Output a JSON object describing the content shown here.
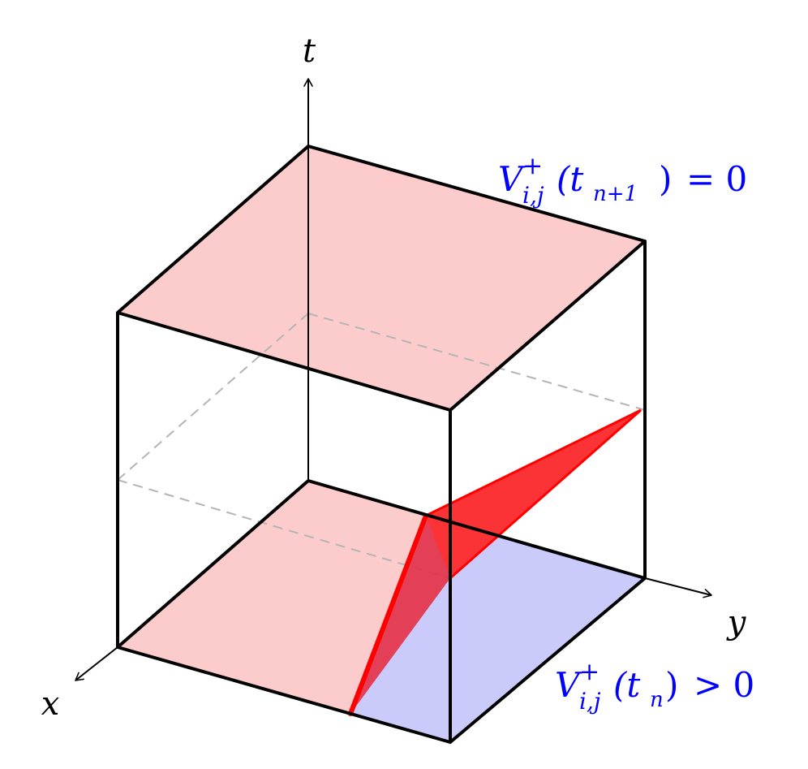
{
  "axes": {
    "t_label": "t",
    "x_label": "x",
    "y_label": "y"
  },
  "annotations": {
    "top": {
      "base": "V",
      "sup": "+",
      "sub": "i,j",
      "arg_open": "(t",
      "arg_sub": "n+1",
      "arg_close": ")",
      "rel": "= 0"
    },
    "bottom": {
      "base": "V",
      "sup": "+",
      "sub": "i,j",
      "arg_open": "(t",
      "arg_sub": "n",
      "arg_close": ")",
      "rel": "> 0"
    }
  },
  "colors": {
    "positive_face": "#fccccc",
    "negative_face": "#cbcbfb",
    "interface_surface": "#ff2a2a",
    "interface_line": "#ff0000",
    "cube_edges": "#000000",
    "hidden_edges": "#b4b4b4",
    "annotation_text": "#0000ff"
  }
}
